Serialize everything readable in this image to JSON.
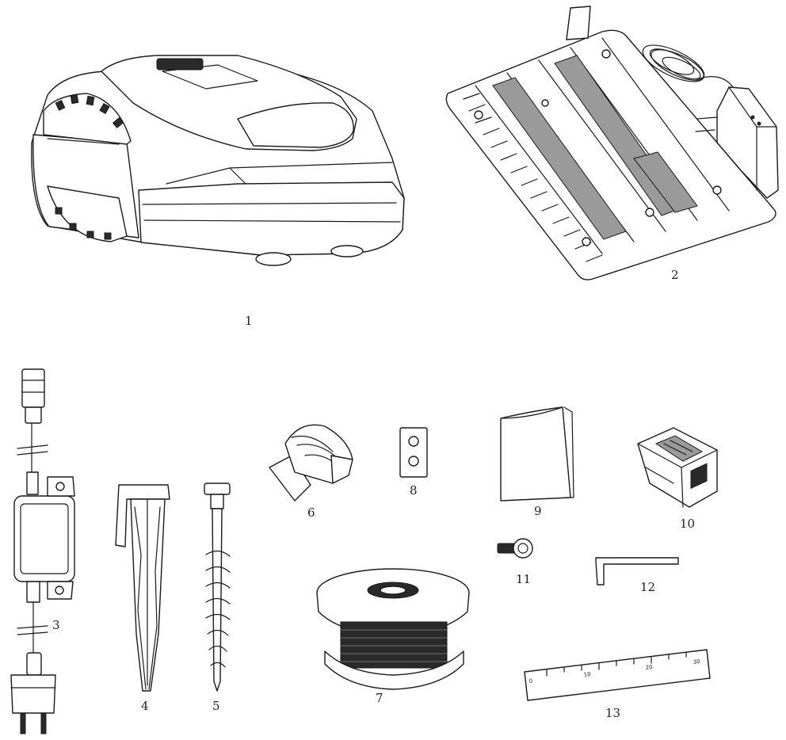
{
  "parts": [
    {
      "id": "1",
      "label": "1",
      "icon": "robotic-mower-icon"
    },
    {
      "id": "2",
      "label": "2",
      "icon": "charging-station-icon"
    },
    {
      "id": "3",
      "label": "3",
      "icon": "power-supply-icon"
    },
    {
      "id": "4",
      "label": "4",
      "icon": "wire-peg-icon"
    },
    {
      "id": "5",
      "label": "5",
      "icon": "screw-stake-icon"
    },
    {
      "id": "6",
      "label": "6",
      "icon": "wire-connector-icon"
    },
    {
      "id": "7",
      "label": "7",
      "icon": "boundary-wire-spool-icon"
    },
    {
      "id": "8",
      "label": "8",
      "icon": "blade-icon"
    },
    {
      "id": "9",
      "label": "9",
      "icon": "manual-booklet-icon"
    },
    {
      "id": "10",
      "label": "10",
      "icon": "battery-icon"
    },
    {
      "id": "11",
      "label": "11",
      "icon": "screw-icon"
    },
    {
      "id": "12",
      "label": "12",
      "icon": "hex-key-icon"
    },
    {
      "id": "13",
      "label": "13",
      "icon": "ruler-icon"
    }
  ],
  "ruler": {
    "ticks": [
      "0",
      "10",
      "20",
      "30"
    ]
  }
}
